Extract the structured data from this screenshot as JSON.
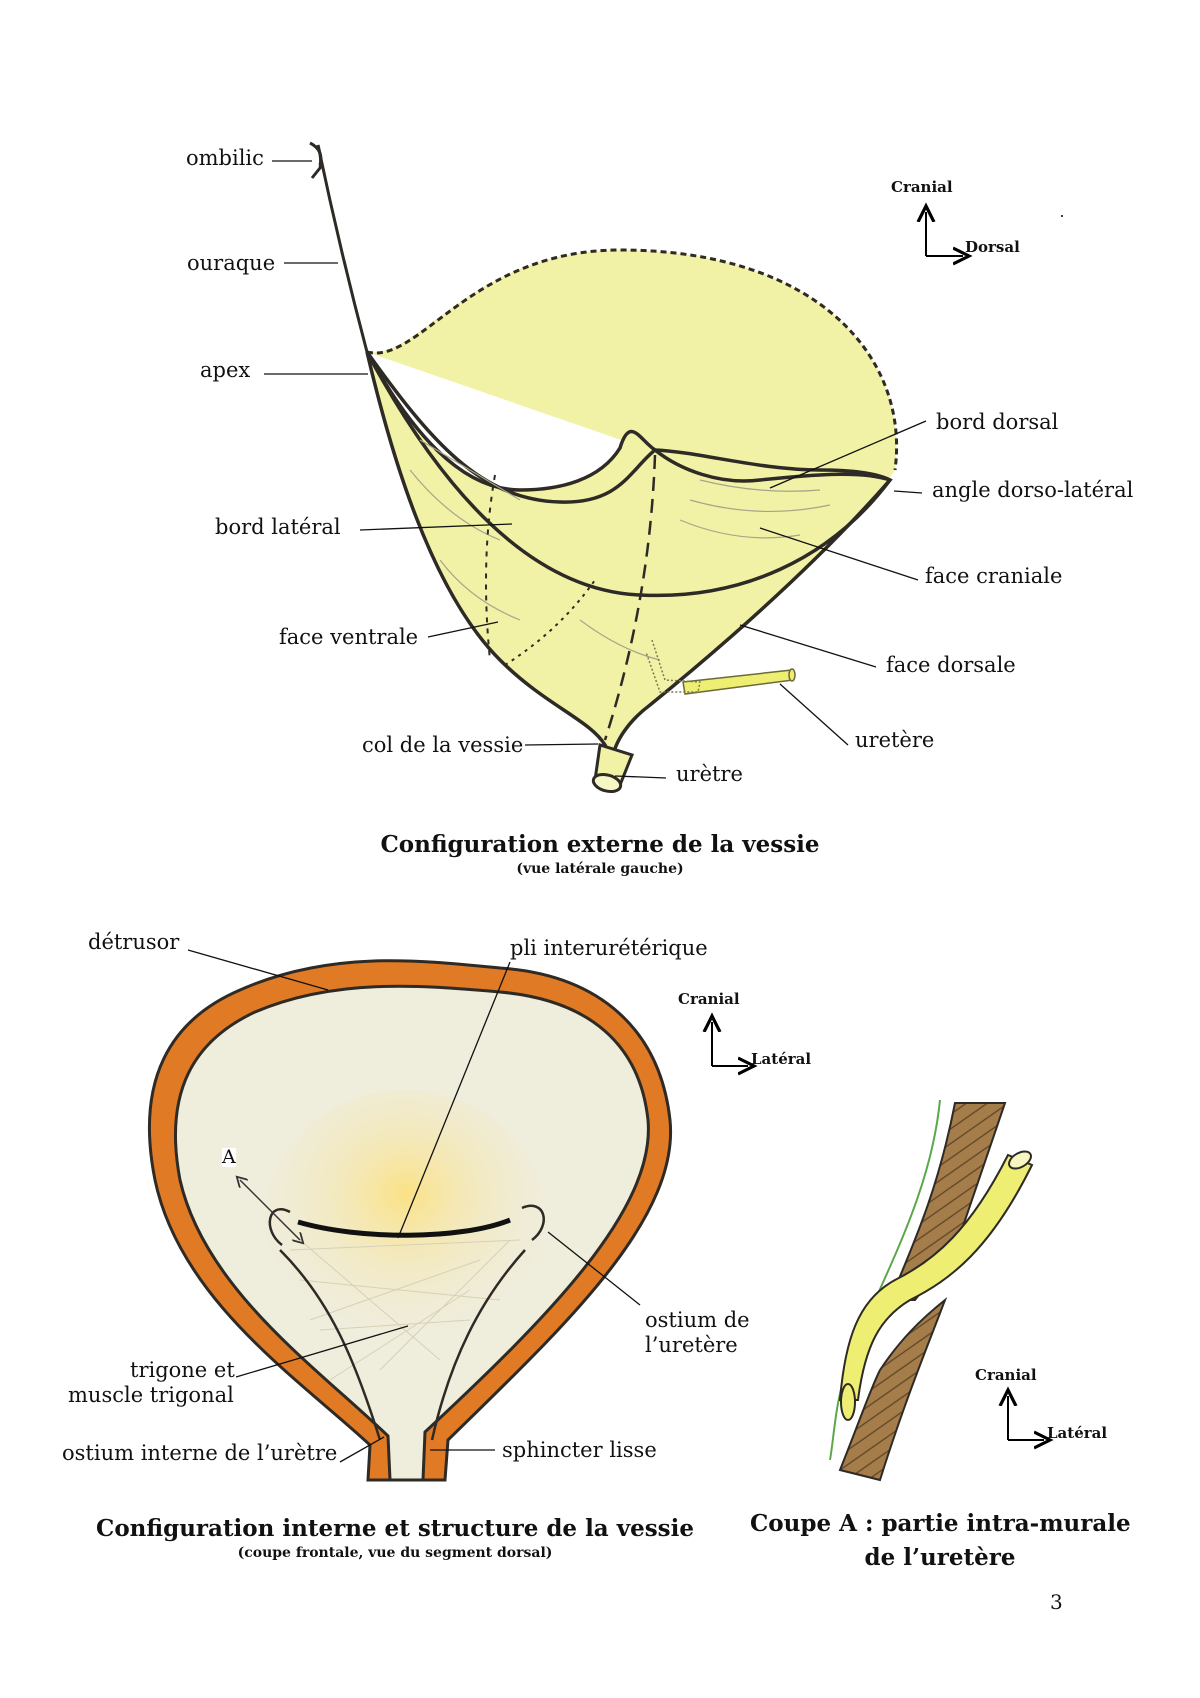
{
  "figure1": {
    "title": "Configuration externe de la vessie",
    "subtitle": "(vue latérale gauche)",
    "orientation": {
      "up": "Cranial",
      "right": "Dorsal"
    },
    "labels": {
      "ombilic": "ombilic",
      "ouraque": "ouraque",
      "apex": "apex",
      "bord_lateral": "bord latéral",
      "face_ventrale": "face ventrale",
      "col": "col de la vessie",
      "uretre": "urètre",
      "bord_dorsal": "bord dorsal",
      "angle": "angle dorso-latéral",
      "face_craniale": "face craniale",
      "face_dorsale": "face dorsale",
      "uretere": "uretère"
    }
  },
  "figure2": {
    "title": "Configuration interne et structure de la vessie",
    "subtitle": "(coupe frontale, vue du segment dorsal)",
    "orientation": {
      "up": "Cranial",
      "right": "Latéral"
    },
    "labels": {
      "detrusor": "détrusor",
      "pli": "pli interurétérique",
      "section_marker": "A",
      "ostium_uretere_1": "ostium de",
      "ostium_uretere_2": "l’uretère",
      "trigone_1": "trigone et",
      "trigone_2": "muscle trigonal",
      "ostium_uretre": "ostium interne de l’urètre",
      "sphincter": "sphincter lisse"
    }
  },
  "figure3": {
    "title_1": "Coupe A : partie intra-murale",
    "title_2": "de l’uretère",
    "orientation": {
      "up": "Cranial",
      "right": "Latéral"
    }
  },
  "page_number": "3",
  "colors": {
    "bladder_fill": "#f1f2a6",
    "bladder_stroke": "#2e2a25",
    "detrusor": "#e07a24",
    "interior": "#efeddc",
    "trigone": "#fbe89a",
    "muscle_brown": "#a57d4a",
    "ureter_yellow": "#eeee72"
  }
}
